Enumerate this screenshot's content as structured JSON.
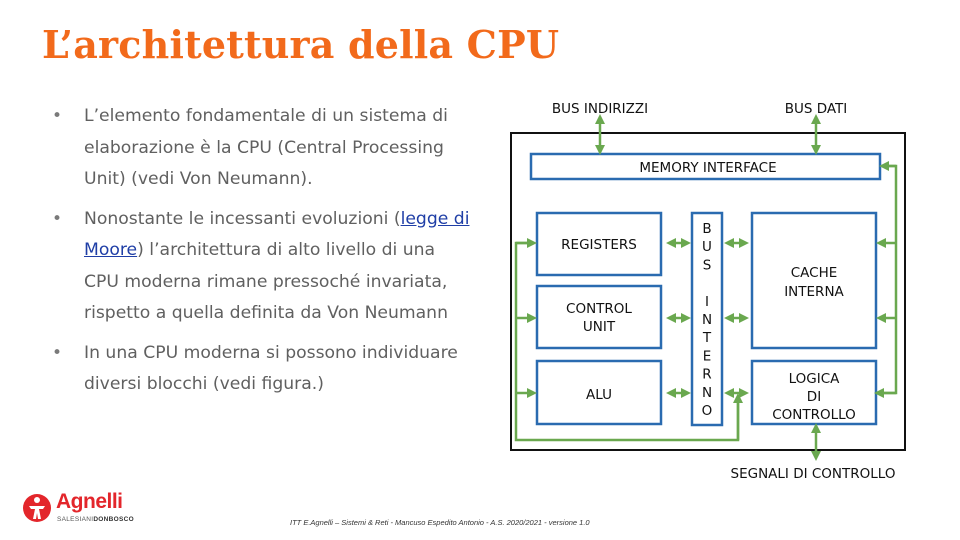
{
  "slide": {
    "title": "L’architettura della CPU",
    "footer": "ITT E.Agnelli – Sistemi & Reti - Mancuso Espedito Antonio - A.S. 2020/2021 - versione 1.0"
  },
  "bullets": [
    {
      "text": "L’elemento fondamentale di un sistema di elaborazione è la CPU (Central Processing Unit) (vedi Von Neumann)."
    },
    {
      "before": "Nonostante le incessanti evoluzioni (",
      "link": "legge di  Moore",
      "after": ") l’architettura di alto livello di una CPU moderna rimane pressoché invariata, rispetto a quella definita da Von Neumann"
    },
    {
      "text": "In una CPU moderna si possono individuare diversi blocchi (vedi figura.)"
    }
  ],
  "diagram": {
    "bus_indirizzi": "BUS INDIRIZZI",
    "bus_dati": "BUS DATI",
    "memory_interface": "MEMORY INTERFACE",
    "registers": "REGISTERS",
    "control_unit_line1": "CONTROL",
    "control_unit_line2": "UNIT",
    "alu": "ALU",
    "bus_interno_letters": [
      "B",
      "U",
      "S",
      "",
      "I",
      "N",
      "T",
      "E",
      "R",
      "N",
      "O"
    ],
    "cache_line1": "CACHE",
    "cache_line2": "INTERNA",
    "logica_line1": "LOGICA",
    "logica_line2": "DI",
    "logica_line3": "CONTROLLO",
    "segnali": "SEGNALI DI CONTROLLO",
    "colors": {
      "box_border": "#2a6bb0",
      "arrow": "#6aa84f",
      "frame": "#111111"
    }
  },
  "logo": {
    "name": "Agnelli",
    "sub_a": "SALESIANI",
    "sub_b": "DONBOSCO"
  }
}
